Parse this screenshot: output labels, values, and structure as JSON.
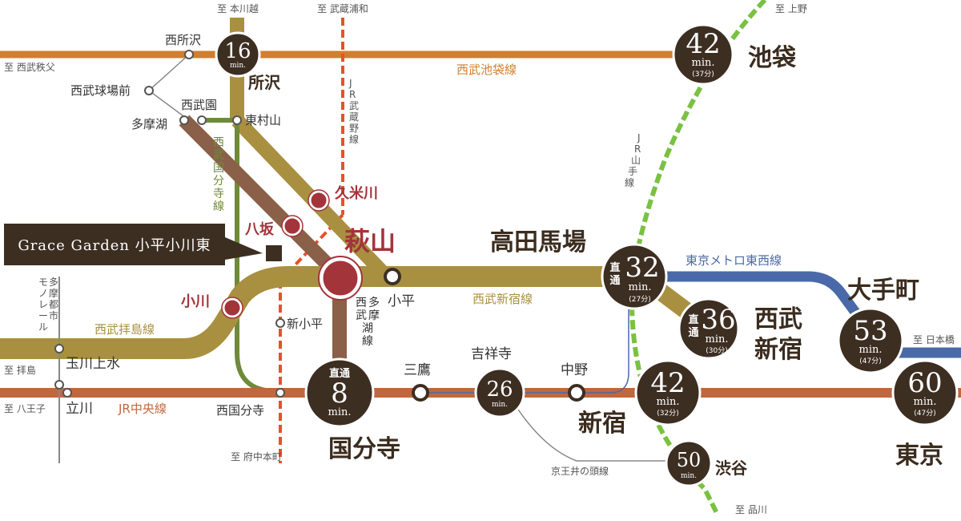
{
  "property": {
    "name": "Grace Garden 小平小川東"
  },
  "colors": {
    "seibu_ikebukuro": "#d07f2f",
    "seibu_shinjuku": "#a99040",
    "seibu_tamako": "#8a6048",
    "seibu_kokubunji": "#6f8a3a",
    "jr_chuo": "#c0673e",
    "tozai": "#4a69a8",
    "yamanote": "#7ac142",
    "musashino": "#e8502a",
    "badge": "#3d2e22",
    "highlight": "#a3343a"
  },
  "line_labels": {
    "seibu_ikebukuro": "西武池袋線",
    "seibu_shinjuku": "西武新宿線",
    "seibu_haijima": "西武拝島線",
    "jr_chuo": "JR中央線",
    "tozai": "東京メトロ東西線",
    "keio_inokashira": "京王井の頭線",
    "tamako_v": [
      "多",
      "摩",
      "湖",
      "線"
    ],
    "tamako_v2": [
      "西",
      "武"
    ],
    "kokubunji_v": [
      "西",
      "武",
      "国",
      "分",
      "寺",
      "線"
    ],
    "musashino_v": [
      "J",
      "R",
      "武",
      "蔵",
      "野",
      "線"
    ],
    "yamanote_v": [
      "J",
      "R",
      "山",
      "手",
      "線"
    ],
    "monorail_v1": [
      "モ",
      "ノ",
      "レ",
      "ー",
      "ル"
    ],
    "monorail_v2": [
      "多",
      "摩",
      "都",
      "市"
    ]
  },
  "directions": {
    "honkawagoe": "至 本川越",
    "musashiurawa": "至 武蔵浦和",
    "ueno": "至 上野",
    "chichibu": "至 西武秩父",
    "haijima": "至 拝島",
    "hachioji": "至 八王子",
    "fuchuhonmachi": "至 府中本町",
    "shinagawa": "至 品川",
    "nihonbashi": "至 日本橋"
  },
  "stations": {
    "nishitokorozawa": "西所沢",
    "seibukyujomae": "西武球場前",
    "seibuen": "西武園",
    "tamako": "多摩湖",
    "higashimurayama": "東村山",
    "tokorozawa": "所沢",
    "kumegawa": "久米川",
    "yasaka": "八坂",
    "ogawa": "小川",
    "hagiyama": "萩山",
    "kodaira": "小平",
    "shinkodaira": "新小平",
    "tamagawajosui": "玉川上水",
    "tachikawa": "立川",
    "nishikokubunji": "西国分寺",
    "kokubunji": "国分寺",
    "mitaka": "三鷹",
    "kichijoji": "吉祥寺",
    "nakano": "中野",
    "shinjuku": "新宿",
    "takadanobaba": "高田馬場",
    "seibushinjuku_1": "西武",
    "seibushinjuku_2": "新宿",
    "ikebukuro": "池袋",
    "otemachi": "大手町",
    "tokyo": "東京",
    "shibuya": "渋谷"
  },
  "badges": {
    "tokorozawa": {
      "num": "16",
      "unit": "min."
    },
    "ikebukuro": {
      "num": "42",
      "unit": "min.",
      "sub": "(37分)"
    },
    "takadanobaba": {
      "num": "32",
      "unit": "min.",
      "sub": "(27分)",
      "direct": [
        "直",
        "通"
      ]
    },
    "seibushinjuku": {
      "num": "36",
      "unit": "min.",
      "sub": "(30分)",
      "direct": [
        "直",
        "通"
      ]
    },
    "otemachi": {
      "num": "53",
      "unit": "min.",
      "sub": "(47分)"
    },
    "tokyo": {
      "num": "60",
      "unit": "min.",
      "sub": "(47分)"
    },
    "shinjuku": {
      "num": "42",
      "unit": "min.",
      "sub": "(32分)"
    },
    "shibuya": {
      "num": "50",
      "unit": "min."
    },
    "kichijoji": {
      "num": "26",
      "unit": "min."
    },
    "kokubunji": {
      "direct": "直通",
      "num": "8",
      "unit": "min."
    }
  }
}
